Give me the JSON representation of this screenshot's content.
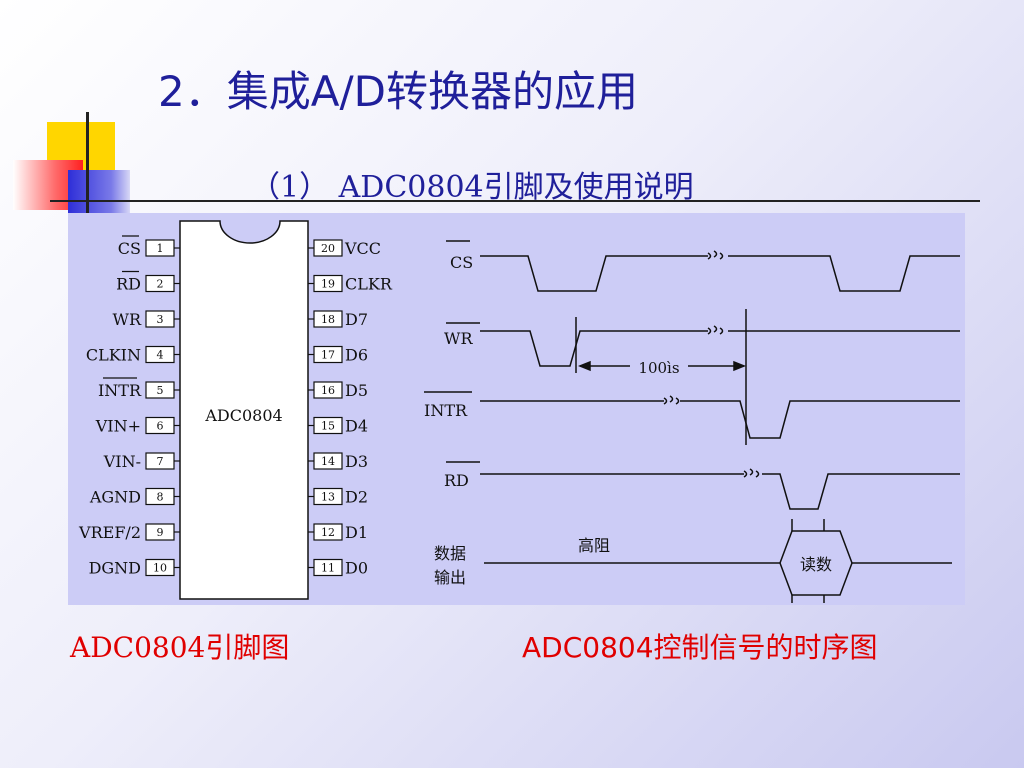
{
  "title": "2．集成A/D转换器的应用",
  "subtitle": "（1） ADC0804引脚及使用说明",
  "chip": {
    "name": "ADC0804",
    "left_pins": [
      {
        "num": "1",
        "label": "CS"
      },
      {
        "num": "2",
        "label": "RD"
      },
      {
        "num": "3",
        "label": "WR"
      },
      {
        "num": "4",
        "label": "CLKIN"
      },
      {
        "num": "5",
        "label": "INTR"
      },
      {
        "num": "6",
        "label": "VIN+"
      },
      {
        "num": "7",
        "label": "VIN-"
      },
      {
        "num": "8",
        "label": "AGND"
      },
      {
        "num": "9",
        "label": "VREF/2"
      },
      {
        "num": "10",
        "label": "DGND"
      }
    ],
    "right_pins": [
      {
        "num": "20",
        "label": "VCC"
      },
      {
        "num": "19",
        "label": "CLKR"
      },
      {
        "num": "18",
        "label": "D7"
      },
      {
        "num": "17",
        "label": "D6"
      },
      {
        "num": "16",
        "label": "D5"
      },
      {
        "num": "15",
        "label": "D4"
      },
      {
        "num": "14",
        "label": "D3"
      },
      {
        "num": "13",
        "label": "D2"
      },
      {
        "num": "12",
        "label": "D1"
      },
      {
        "num": "11",
        "label": "D0"
      }
    ]
  },
  "timing": {
    "signals": {
      "cs": "CS",
      "wr": "WR",
      "intr": "INTR",
      "rd": "RD"
    },
    "data_output_line1": "数据",
    "data_output_line2": "输出",
    "high_z": "高阻",
    "read_data": "读数",
    "delay": "100ìs"
  },
  "captions": {
    "pinout": "ADC0804引脚图",
    "timing": "ADC0804控制信号的时序图"
  },
  "colors": {
    "title": "#1f1f9a",
    "caption": "#e00000",
    "panel": "#ccccf6"
  }
}
